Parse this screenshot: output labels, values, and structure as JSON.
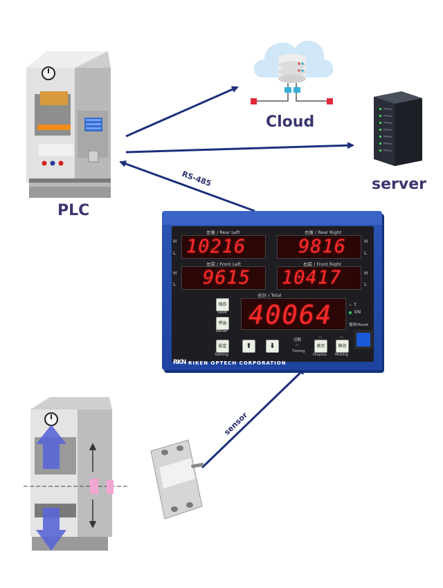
{
  "nodes": {
    "plc": "PLC",
    "cloud": "Cloud",
    "server": "server"
  },
  "connections": {
    "rs485": "RS-485",
    "sensor": "sensor"
  },
  "monitor": {
    "rear_left_label": "左後 / Rear Left",
    "rear_left_value": "10216",
    "rear_right_label": "右後 / Rear Right",
    "rear_right_value": "9816",
    "front_left_label": "左前 / Front Left",
    "front_left_value": "9615",
    "front_right_label": "右前 / Front Right",
    "front_right_value": "10417",
    "total_label": "合計 / Total",
    "total_value": "40064",
    "h": "H",
    "l": "L",
    "unit_t": "t",
    "unit_kn": "kN",
    "save_jp": "保存",
    "save": "Save",
    "recall_jp": "呼出",
    "recall": "Recall",
    "setting_jp": "設定",
    "setting": "Setting",
    "up_arrow": "⬆",
    "down_arrow": "⬇",
    "timing_jp": "切期",
    "timing": "Timing",
    "display_jp": "表示",
    "display": "Display",
    "muting_jp": "無効",
    "muting": "Muting",
    "reset_label": "復帰/Reset",
    "brand": "RIKEN OPTECH CORPORATION",
    "logo": "RKN"
  },
  "colors": {
    "arrow": "#1c2f7a",
    "label": "#3b3770",
    "panel": "#2450b0",
    "led_red": "#ff2a2a"
  }
}
